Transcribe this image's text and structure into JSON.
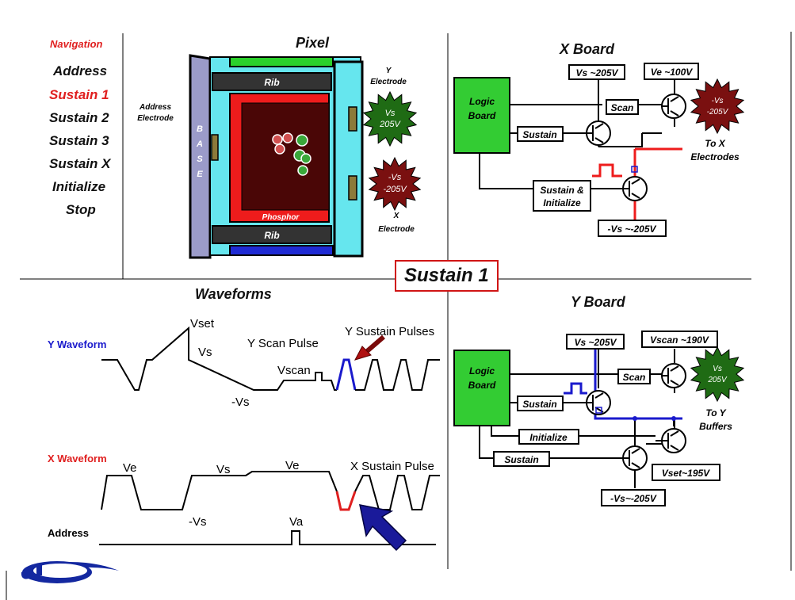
{
  "navigation": {
    "title": "Navigation",
    "items": [
      {
        "label": "Address",
        "active": false
      },
      {
        "label": "Sustain 1",
        "active": true
      },
      {
        "label": "Sustain 2",
        "active": false
      },
      {
        "label": "Sustain 3",
        "active": false
      },
      {
        "label": "Sustain X",
        "active": false
      },
      {
        "label": "Initialize",
        "active": false
      },
      {
        "label": "Stop",
        "active": false
      }
    ]
  },
  "center_title": "Sustain 1",
  "pixel": {
    "title": "Pixel",
    "address_electrode": [
      "Address",
      "Electrode"
    ],
    "base_letters": [
      "B",
      "A",
      "S",
      "E"
    ],
    "rib_top": "Rib",
    "rib_bottom": "Rib",
    "phosphor": "Phosphor",
    "y_electrode": [
      "Y",
      "Electrode"
    ],
    "x_electrode": [
      "X",
      "Electrode"
    ],
    "y_burst": [
      "Vs",
      "205V"
    ],
    "x_burst": [
      "-Vs",
      "-205V"
    ]
  },
  "x_board": {
    "title": "X Board",
    "logic_board": [
      "Logic",
      "Board"
    ],
    "vs_label": "Vs ~205V",
    "ve_label": "Ve ~100V",
    "scan": "Scan",
    "sustain": "Sustain",
    "sustain_init": [
      "Sustain &",
      "Initialize"
    ],
    "neg_vs_label": "-Vs ~-205V",
    "to_electrodes": [
      "To X",
      "Electrodes"
    ],
    "burst": [
      "-Vs",
      "-205V"
    ]
  },
  "y_board": {
    "title": "Y Board",
    "logic_board": [
      "Logic",
      "Board"
    ],
    "vs_label": "Vs ~205V",
    "vscan_label": "Vscan ~190V",
    "scan": "Scan",
    "sustain": "Sustain",
    "initialize": "Initialize",
    "sustain2": "Sustain",
    "vset_label": "Vset~195V",
    "neg_vs_label": "-Vs~-205V",
    "to_buffers": [
      "To Y",
      "Buffers"
    ],
    "burst": [
      "Vs",
      "205V"
    ]
  },
  "waveforms": {
    "title": "Waveforms",
    "y_waveform": "Y Waveform",
    "x_waveform": "X Waveform",
    "address": "Address",
    "y_labels": {
      "vset": "Vset",
      "vs": "Vs",
      "scan_pulse": "Y Scan Pulse",
      "sustain_pulses": "Y Sustain Pulses",
      "vscan": "Vscan",
      "neg_vs": "-Vs"
    },
    "x_labels": {
      "ve1": "Ve",
      "vs": "Vs",
      "ve2": "Ve",
      "sustain_pulse": "X Sustain Pulse",
      "neg_vs": "-Vs"
    },
    "addr_labels": {
      "va": "Va"
    }
  },
  "colors": {
    "accent_red": "#e02020",
    "logic_green": "#33cc33",
    "burst_green": "#1f6b14",
    "burst_red": "#7a1010",
    "wave_blue": "#1a1acc",
    "logo_blue": "#1428a0"
  }
}
